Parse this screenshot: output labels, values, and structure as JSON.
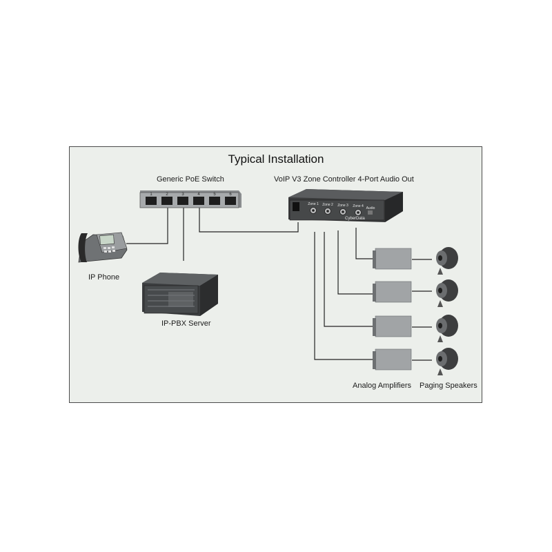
{
  "title": "Typical Installation",
  "labels": {
    "switch": "Generic PoE Switch",
    "controller": "VoIP V3 Zone Controller 4-Port Audio Out",
    "phone": "IP Phone",
    "server": "IP-PBX Server",
    "amplifiers": "Analog Amplifiers",
    "speakers": "Paging Speakers"
  },
  "switch_ports": [
    "1",
    "2",
    "3",
    "4",
    "5",
    "6"
  ],
  "controller_panel": {
    "zones": [
      "Zone 1",
      "Zone 2",
      "Zone 3",
      "Zone 4"
    ],
    "audio": "Audio",
    "brand": "CyberData"
  }
}
